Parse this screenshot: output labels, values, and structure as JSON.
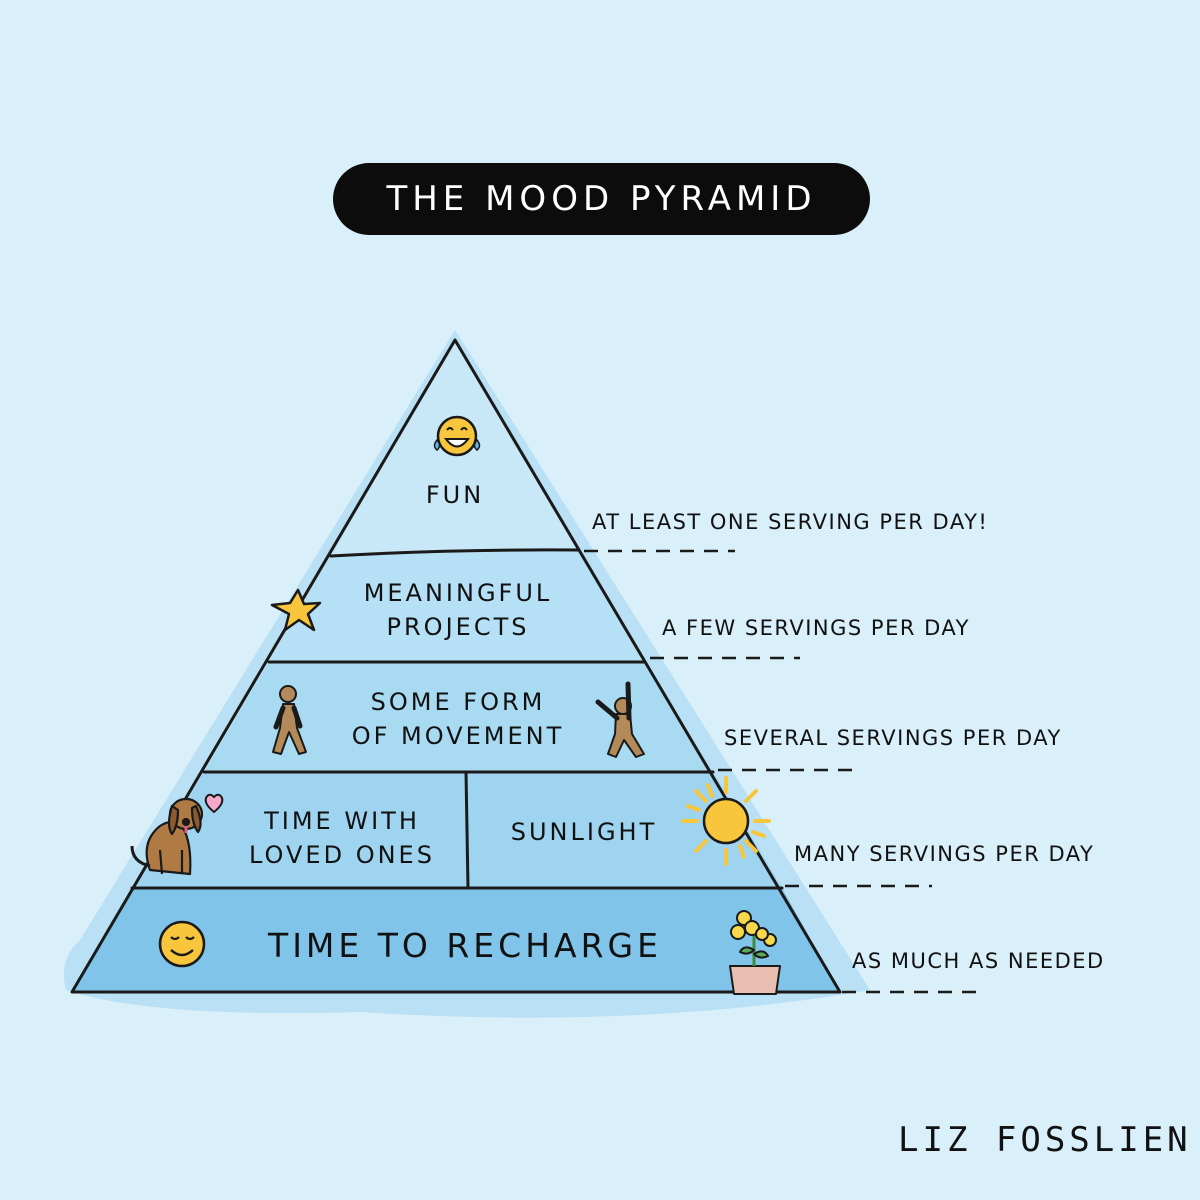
{
  "title": "THE MOOD PYRAMID",
  "tiers": {
    "fun": "FUN",
    "meaningful": [
      "MEANINGFUL",
      "PROJECTS"
    ],
    "movement": [
      "SOME FORM",
      "OF MOVEMENT"
    ],
    "loved_ones": [
      "TIME WITH",
      "LOVED ONES"
    ],
    "sunlight": "SUNLIGHT",
    "recharge": "TIME TO RECHARGE"
  },
  "servings": {
    "fun": "AT LEAST ONE SERVING PER DAY!",
    "meaningful": "A FEW SERVINGS PER DAY",
    "movement": "SEVERAL SERVINGS PER DAY",
    "loved_sun": "MANY SERVINGS PER DAY",
    "recharge": "AS MUCH AS NEEDED"
  },
  "signature": "LIZ FOSSLIEN",
  "icons": [
    "laughing-emoji-icon",
    "star-icon",
    "walking-person-icon",
    "dancing-person-icon",
    "dog-icon",
    "heart-icon",
    "sun-icon",
    "smiley-icon",
    "flower-pot-icon"
  ],
  "colors": {
    "background": "#d9eff9",
    "tier_top": "#c9e8f7",
    "tier_mid": "#acdcf3",
    "tier_bottom": "#7fc3e8",
    "outline": "#1a1a1a",
    "sun": "#f7c63c",
    "figure": "#b48a5a"
  }
}
